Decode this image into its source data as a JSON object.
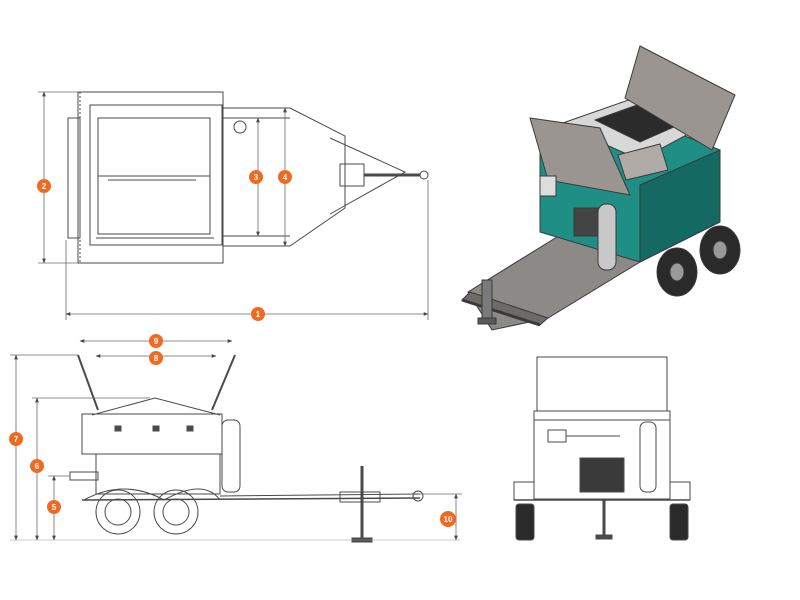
{
  "colors": {
    "line": "#4a4a4a",
    "dim_line": "#6a6a6a",
    "badge": "#f26a21",
    "badge_text": "#ffffff",
    "teal": "#1f8f86",
    "teal_dark": "#146a63",
    "lid": "#9a9590",
    "deck": "#8c8a87",
    "tire": "#2a2a2a"
  },
  "callouts": {
    "c1": "1",
    "c2": "2",
    "c3": "3",
    "c4": "4",
    "c5": "5",
    "c6": "6",
    "c7": "7",
    "c8": "8",
    "c9": "9",
    "c10": "10"
  }
}
